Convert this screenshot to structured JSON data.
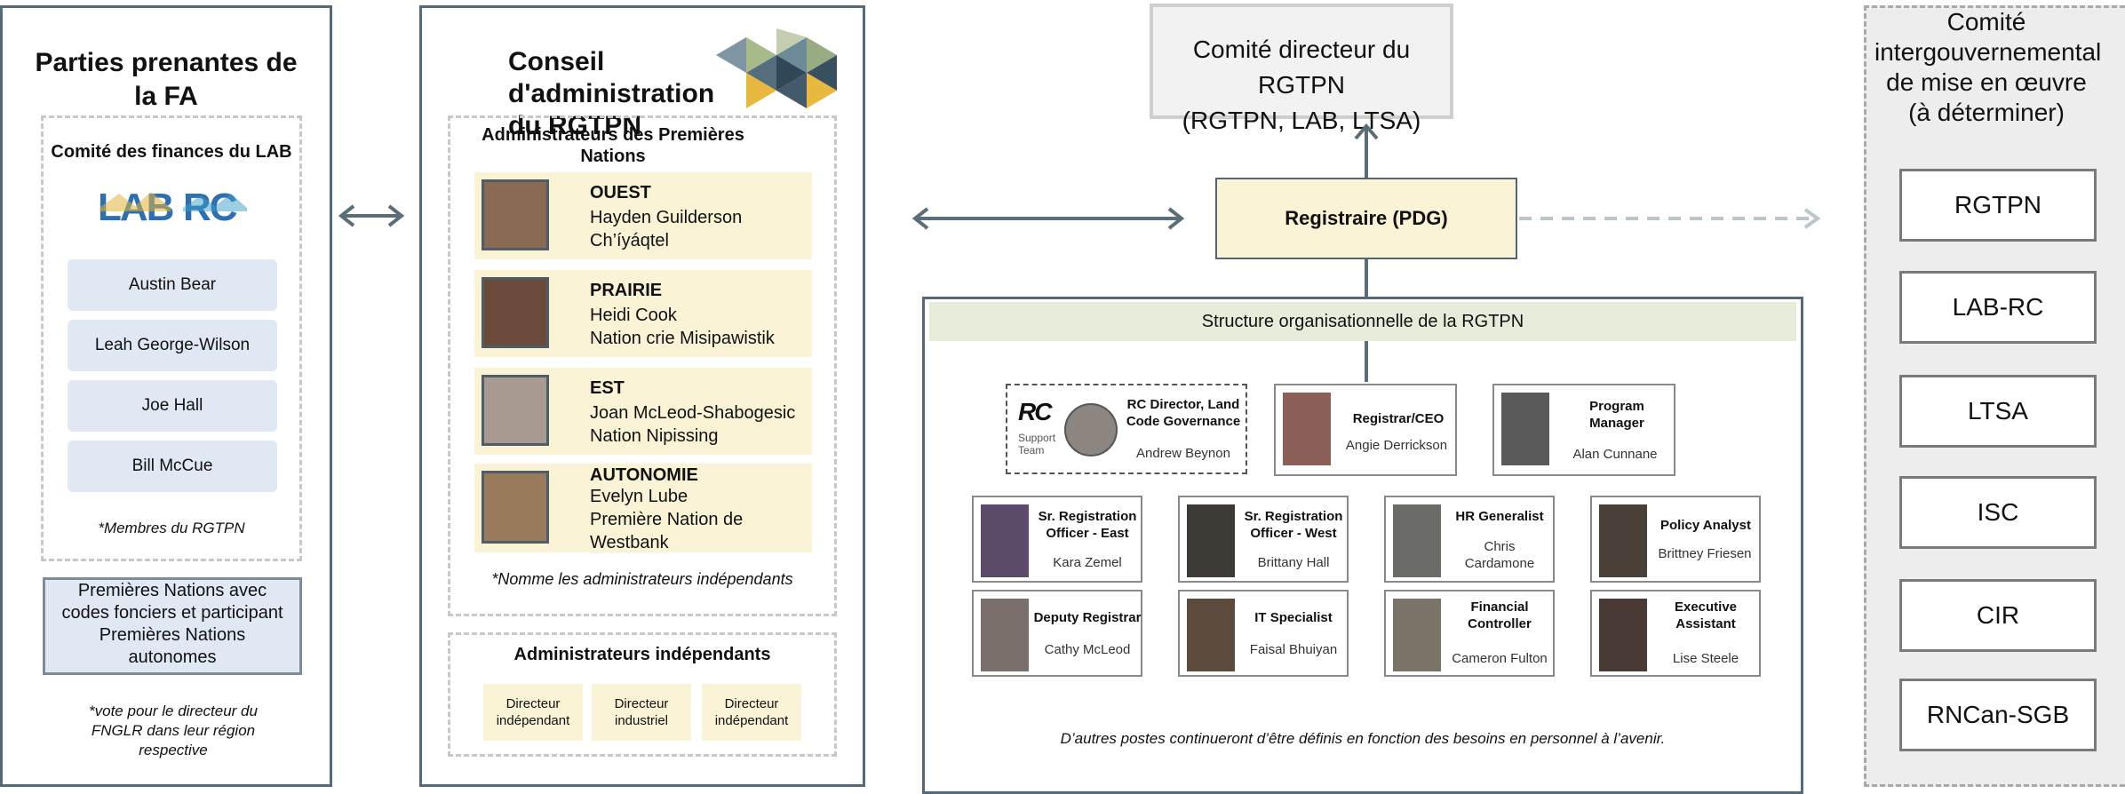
{
  "stakeholders": {
    "title": "Parties prenantes de la FA",
    "committee_title": "Comité des finances du LAB",
    "logo_text": "LAB RC",
    "members": [
      "Austin Bear",
      "Leah George-Wilson",
      "Joe Hall",
      "Bill McCue"
    ],
    "members_note": "*Membres du RGTPN",
    "fn_box_text": "Premières Nations avec codes fonciers et participant Premières Nations autonomes",
    "vote_note": "*vote pour le directeur du FNGLR dans leur région respective"
  },
  "board": {
    "title": "Conseil d'administration du RGTPN",
    "fn_admins_title": "Administrateurs des Premières Nations",
    "admins": [
      {
        "region": "OUEST",
        "lines": [
          "Hayden Guilderson",
          "Ch’íyáqtel"
        ]
      },
      {
        "region": "PRAIRIE",
        "lines": [
          "Heidi Cook",
          "Nation crie Misipawistik"
        ]
      },
      {
        "region": "EST",
        "lines": [
          "Joan McLeod-Shabogesic",
          "Nation Nipissing"
        ]
      },
      {
        "region": "AUTONOMIE",
        "lines": [
          "Evelyn Lube",
          "Première Nation de",
          "Westbank"
        ]
      }
    ],
    "admins_note": "*Nomme les administrateurs indépendants",
    "independent_title": "Administrateurs indépendants",
    "independent": [
      "Directeur indépendant",
      "Directeur industriel",
      "Directeur indépendant"
    ]
  },
  "org": {
    "steering_title": "Comité directeur du RGTPN",
    "steering_sub": "(RGTPN, LAB, LTSA)",
    "registrar_label": "Registraire (PDG)",
    "structure_title": "Structure organisationnelle de la RGTPN",
    "support": {
      "logo": "RC",
      "label": "Support Team",
      "title": "RC Director, Land Code Governance",
      "name": "Andrew Beynon"
    },
    "top_cards": [
      {
        "title": "Registrar/CEO",
        "name": "Angie Derrickson"
      },
      {
        "title": "Program Manager",
        "name": "Alan Cunnane"
      }
    ],
    "row1": [
      {
        "title": "Sr. Registration Officer - East",
        "name": "Kara Zemel"
      },
      {
        "title": "Sr. Registration Officer - West",
        "name": "Brittany Hall"
      },
      {
        "title": "HR Generalist",
        "name": "Chris Cardamone"
      },
      {
        "title": "Policy Analyst",
        "name": "Brittney Friesen"
      }
    ],
    "row2": [
      {
        "title": "Deputy Registrar",
        "name": "Cathy McLeod"
      },
      {
        "title": "IT Specialist",
        "name": "Faisal Bhuiyan"
      },
      {
        "title": "Financial Controller",
        "name": "Cameron Fulton"
      },
      {
        "title": "Executive Assistant",
        "name": "Lise Steele"
      }
    ],
    "footer_note": "D’autres postes continueront d’être définis en fonction des besoins en personnel à l’avenir."
  },
  "implementation": {
    "title": "Comité intergouvernemental de mise en œuvre (à déterminer)",
    "members": [
      "RGTPN",
      "LAB-RC",
      "LTSA",
      "ISC",
      "CIR",
      "RNCan-SGB"
    ]
  },
  "colors": {
    "panel_border": "#546a78",
    "pill": "#dfe8f3",
    "member_bg": "#fbf3d5",
    "header_green": "#e6ecd9"
  }
}
